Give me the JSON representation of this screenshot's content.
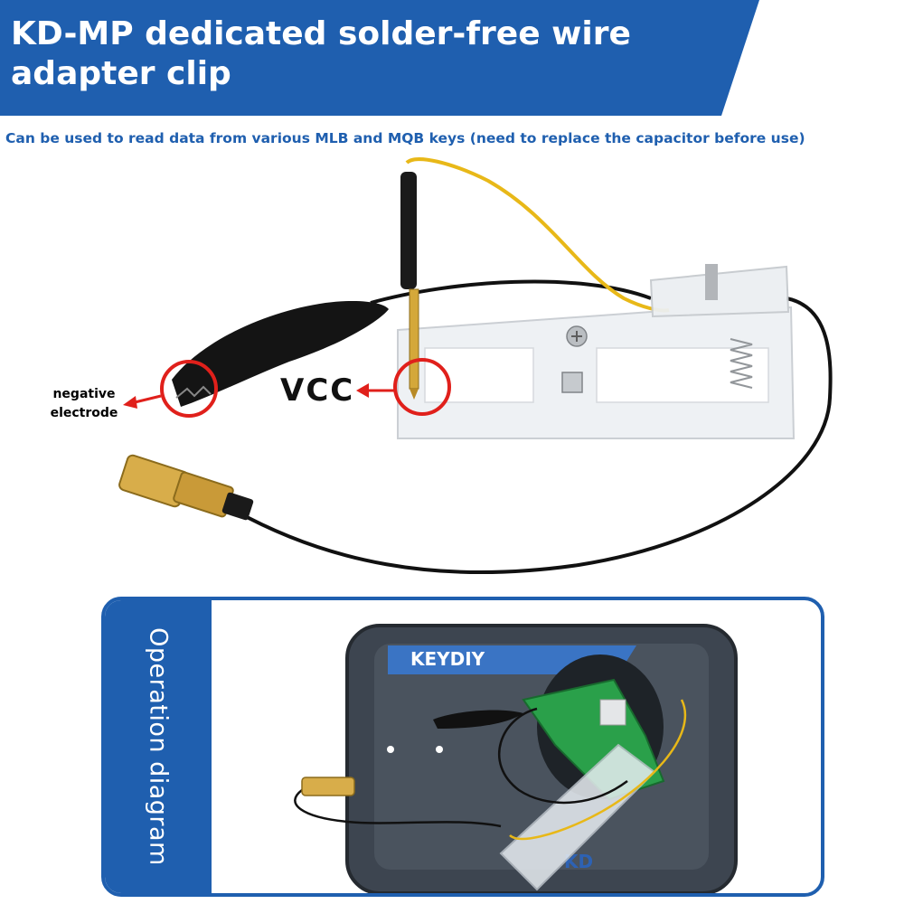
{
  "header": {
    "title": "KD-MP dedicated solder-free wire adapter clip",
    "subtitle": "Can be used to read data from various MLB and MQB keys (need to replace the capacitor before use)"
  },
  "annotations": {
    "negative_electrode": "negative electrode",
    "vcc": "VCC"
  },
  "operation_panel": {
    "label": "Operation diagram",
    "device_brand": "KEYDIY",
    "device_bottom_text": "KD"
  },
  "colors": {
    "brand_blue": "#1f5faf",
    "highlight_red": "#e0201b",
    "wire_yellow": "#f0c020"
  }
}
